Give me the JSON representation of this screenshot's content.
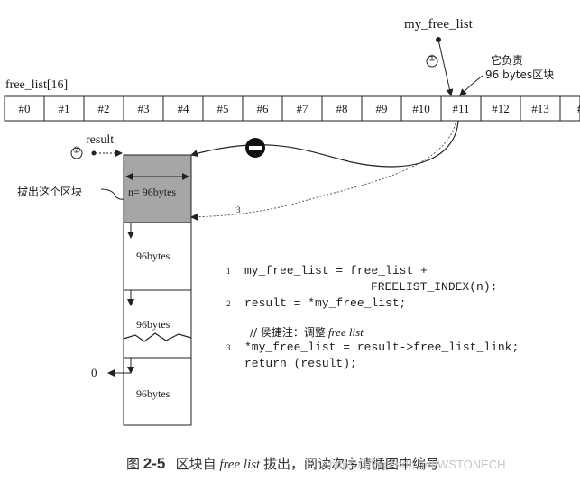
{
  "labels": {
    "my_free_list": "my_free_list",
    "step1_marker": "①",
    "responsible_line1": "它负责",
    "responsible_line2": "96 bytes区块",
    "free_list": "free_list[16]",
    "step2_marker": "②",
    "result": "result",
    "pull_out": "拔出这个区块",
    "step3_marker": "3",
    "zero": "0",
    "block_n": "n= 96bytes",
    "block_96a": "96bytes",
    "block_96b": "96bytes",
    "block_96c": "96bytes"
  },
  "array_cells": [
    "#0",
    "#1",
    "#2",
    "#3",
    "#4",
    "#5",
    "#6",
    "#7",
    "#8",
    "#9",
    "#10",
    "#11",
    "#12",
    "#13",
    "#"
  ],
  "code": {
    "n1": "1",
    "line1": "my_free_list = free_list +",
    "line1b": "FREELIST_INDEX(n);",
    "n2": "2",
    "line2": "result = *my_free_list;",
    "comment_prefix": "// 侯捷注：调整",
    "comment_italic": "free list",
    "n3": "3",
    "line3": "*my_free_list = result->free_list_link;",
    "line4": "return (result);"
  },
  "caption": {
    "fig": "图",
    "num": "2-5",
    "t1": "区块自",
    "t2": "free list",
    "t3": "拔出，阅读次序请循图中编号"
  },
  "watermark": "https://blog.csdn.net/WSTONECH",
  "colors": {
    "shaded_block": "#a6a6a6",
    "line": "#222222"
  }
}
